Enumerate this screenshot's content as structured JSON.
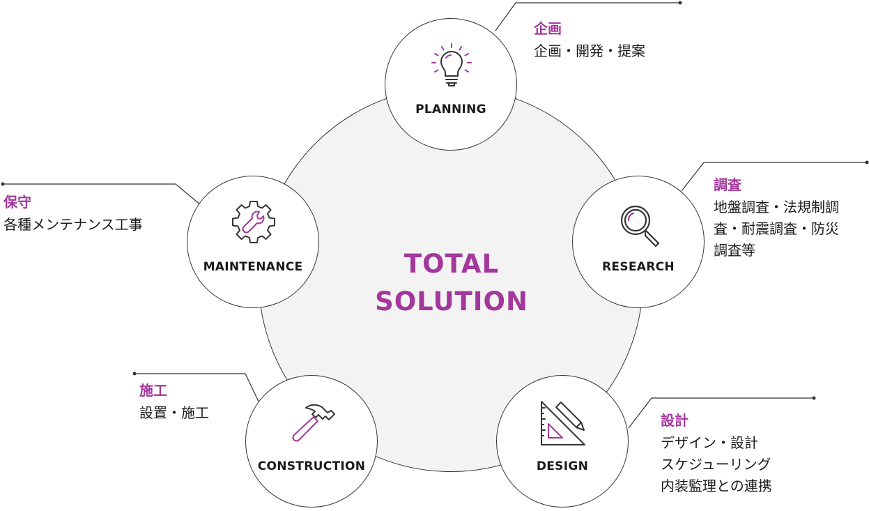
{
  "colors": {
    "accent": "#a3379c",
    "line": "#333333",
    "center_fill": "#f3f3f3"
  },
  "center": {
    "title_line1": "TOTAL",
    "title_line2": "SOLUTION"
  },
  "nodes": [
    {
      "id": "planning",
      "label": "PLANNING",
      "icon": "lightbulb-icon",
      "callout_title": "企画",
      "callout_lines": [
        "企画・開発・提案"
      ]
    },
    {
      "id": "research",
      "label": "RESEARCH",
      "icon": "magnifier-icon",
      "callout_title": "調査",
      "callout_lines": [
        "地盤調査・法規制調",
        "査・耐震調査・防災",
        "調査等"
      ]
    },
    {
      "id": "design",
      "label": "DESIGN",
      "icon": "triangle-ruler-pencil-icon",
      "callout_title": "設計",
      "callout_lines": [
        "デザイン・設計",
        "スケジューリング",
        "内装監理との連携"
      ]
    },
    {
      "id": "construction",
      "label": "CONSTRUCTION",
      "icon": "hammer-icon",
      "callout_title": "施工",
      "callout_lines": [
        "設置・施工"
      ]
    },
    {
      "id": "maintenance",
      "label": "MAINTENANCE",
      "icon": "gear-wrench-icon",
      "callout_title": "保守",
      "callout_lines": [
        "各種メンテナンス工事"
      ]
    }
  ]
}
